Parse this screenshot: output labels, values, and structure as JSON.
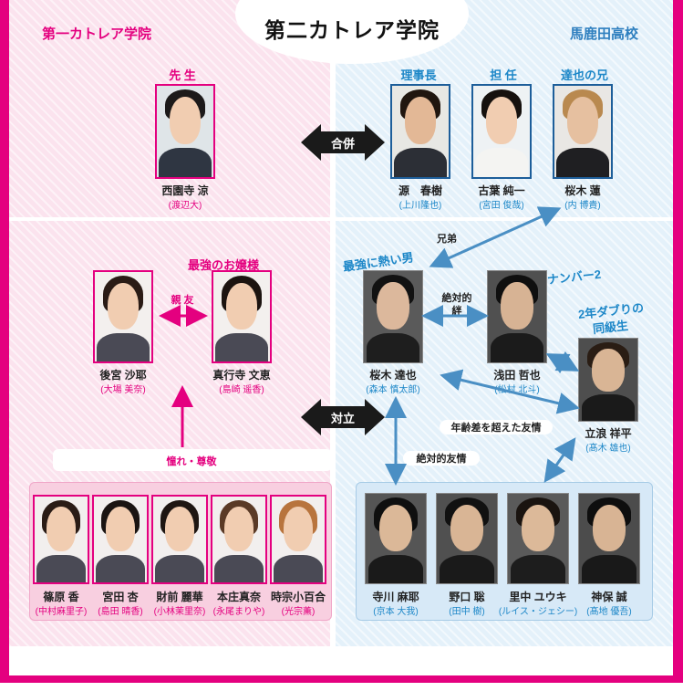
{
  "main_title": "第二カトレア学院",
  "schools": {
    "left": "第一カトレア学院",
    "right": "馬鹿田高校"
  },
  "roles": {
    "teacher": "先 生",
    "chairman": "理事長",
    "homeroom": "担 任",
    "brother": "達也の兄"
  },
  "teacher": {
    "name": "西園寺 涼",
    "actor": "(渡辺大)"
  },
  "staff": [
    {
      "name": "源　春樹",
      "actor": "(上川隆也)"
    },
    {
      "name": "古葉 純一",
      "actor": "(宮田 俊哉)"
    },
    {
      "name": "桜木 蓮",
      "actor": "(内 博貴)"
    }
  ],
  "girls_pair": [
    {
      "name": "後宮 沙耶",
      "actor": "(大場 美奈)"
    },
    {
      "name": "真行寺 文恵",
      "actor": "(島崎 遥香)"
    }
  ],
  "boys_core": [
    {
      "name": "桜木 達也",
      "actor": "(森本 慎太郎)"
    },
    {
      "name": "浅田 哲也",
      "actor": "(松村 北斗)"
    },
    {
      "name": "立浪 祥平",
      "actor": "(髙木 雄也)"
    }
  ],
  "girls_group": [
    {
      "name": "篠原 香",
      "actor": "(中村麻里子)"
    },
    {
      "name": "宮田 杏",
      "actor": "(島田 晴香)"
    },
    {
      "name": "財前 麗華",
      "actor": "(小林茉里奈)"
    },
    {
      "name": "本庄真奈",
      "actor": "(永尾まりや)"
    },
    {
      "name": "時宗小百合",
      "actor": "(光宗薫)"
    }
  ],
  "boys_group": [
    {
      "name": "寺川 麻耶",
      "actor": "(京本 大我)"
    },
    {
      "name": "野口 聡",
      "actor": "(田中 樹)"
    },
    {
      "name": "里中 ユウキ",
      "actor": "(ルイス・ジェシー)"
    },
    {
      "name": "神保 誠",
      "actor": "(髙地 優吾)"
    }
  ],
  "callouts": {
    "strongest_lady": "最強のお嬢様",
    "hottest_man": "最強に熱い男",
    "number_two": "ナンバー2",
    "repeat_classmate_line1": "2年ダブりの",
    "repeat_classmate_line2": "同級生"
  },
  "relations": {
    "merger": "合併",
    "confrontation": "対立",
    "best_friends": "親 友",
    "brothers": "兄弟",
    "absolute_bond_line1": "絶対的",
    "absolute_bond_line2": "絆",
    "admiration": "憧れ・尊敬",
    "age_gap_friendship": "年齢差を超えた友情",
    "absolute_friendship": "絶対的友情"
  },
  "colors": {
    "pink_accent": "#e4007f",
    "blue_accent": "#1d87c8",
    "arrow_dark": "#1a1a1a",
    "arrow_blue": "#4a8fc4",
    "arrow_pink": "#e4007f"
  }
}
